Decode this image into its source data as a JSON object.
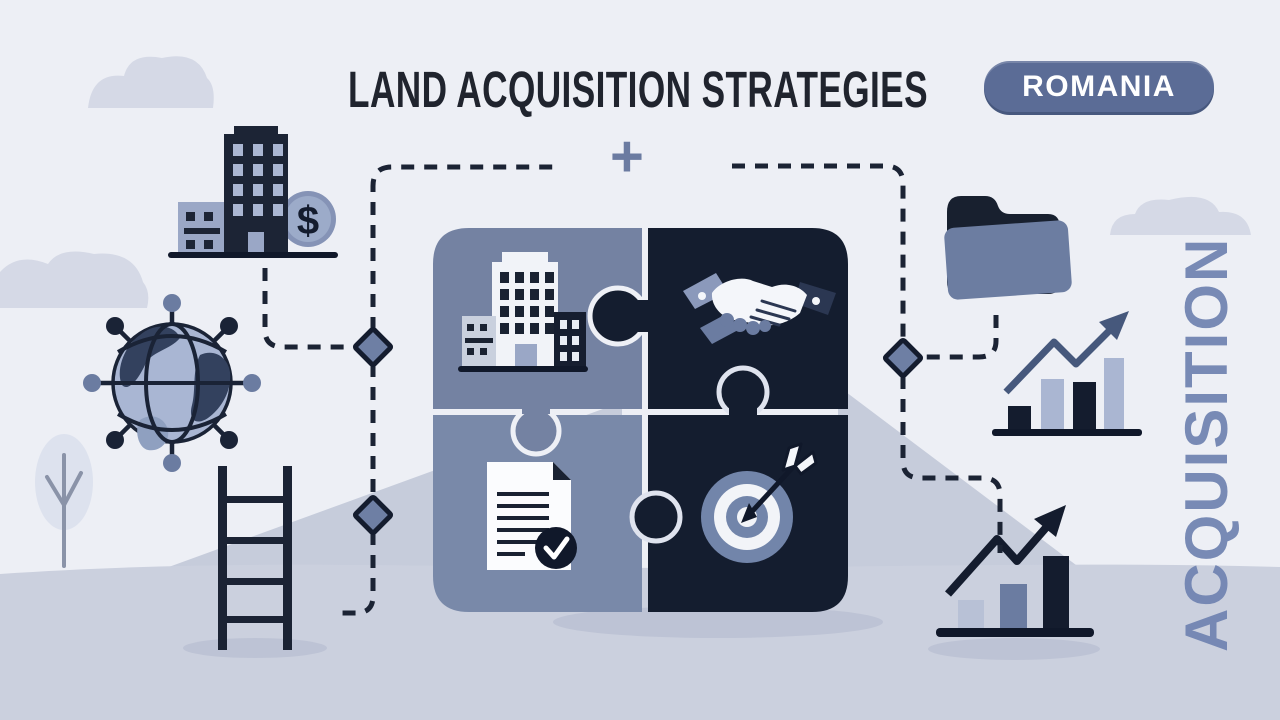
{
  "header": {
    "title": "LAND ACQUISITION STRATEGIES",
    "country_badge": "ROMANIA"
  },
  "side_label": "ACQUISITION",
  "symbols": {
    "plus": "+",
    "dollar": "$"
  },
  "palette": {
    "background": "#edeff5",
    "ground": "#cbd0de",
    "hills": "#c6ccdb",
    "clouds": "#d5d9e6",
    "puzzle_light": "#7482a2",
    "puzzle_dark": "#141d2f",
    "badge_fill": "#5b6c96",
    "badge_text": "#ffffff",
    "side_label_text": "#7285b2",
    "title_text": "#20242e",
    "connector": "#1b2334",
    "accent_blue": "#6b7ca1",
    "white": "#f4f6fa"
  },
  "icons": [
    "city-buildings-icon",
    "dollar-coin-icon",
    "globe-network-icon",
    "tree-icon",
    "ladder-icon",
    "folder-icon",
    "growth-bar-chart-icon",
    "growth-bar-chart-2-icon",
    "puzzle-icon",
    "office-building-icon",
    "handshake-icon",
    "document-checkmark-icon",
    "target-arrow-icon",
    "plus-icon",
    "connector-diamond-icon",
    "cloud-icon"
  ]
}
